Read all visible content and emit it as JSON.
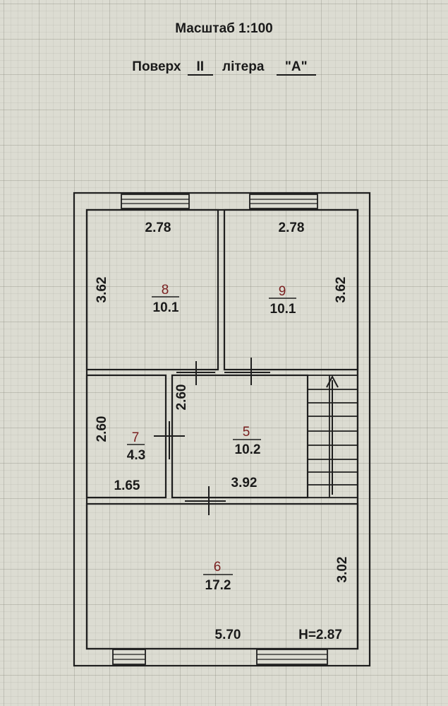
{
  "header": {
    "scale_label": "Масштаб 1:100",
    "floor_prefix": "Поверх",
    "floor_value": "II",
    "liter_prefix": "літера",
    "liter_value": "\"А\""
  },
  "rooms": [
    {
      "number": "8",
      "area": "10.1",
      "width": "2.78",
      "length": "3.62"
    },
    {
      "number": "9",
      "area": "10.1",
      "width": "2.78",
      "length": "3.62"
    },
    {
      "number": "7",
      "area": "4.3",
      "width": "1.65",
      "length": "2.60"
    },
    {
      "number": "5",
      "area": "10.2",
      "width": "3.92",
      "length": "2.60"
    },
    {
      "number": "6",
      "area": "17.2",
      "width": "5.70",
      "length": "3.02"
    }
  ],
  "ceiling_height": "H=2.87",
  "colors": {
    "room_number": "#7a2020",
    "lines": "#1e1e1e",
    "paper": "#dcdcd2"
  }
}
